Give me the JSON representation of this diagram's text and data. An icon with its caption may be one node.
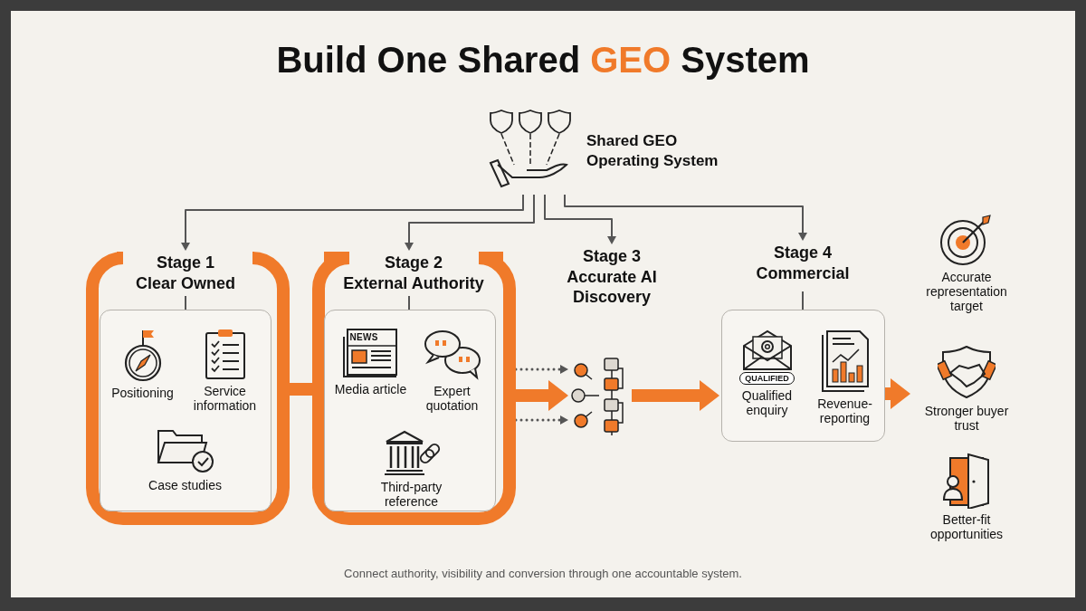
{
  "diagram": {
    "title": "Build One Shared **GEO** System",
    "caption": "Connect authority, visibility and conversion through one accountable system.",
    "nodes": [
      {
        "text": [
          "Shared GEO Operating System"
        ]
      },
      {
        "text": [],
        "shape": "box"
      },
      {
        "text": [
          "Stage 1",
          "Clear Owned"
        ],
        "in": 1
      },
      {
        "text": [],
        "shape": "box",
        "in": 1
      },
      {
        "text": [
          "Positioning"
        ],
        "in": 3
      },
      {
        "text": [
          "Service information"
        ],
        "in": 3
      },
      {
        "text": [
          "Case studies"
        ],
        "in": 3
      },
      {
        "text": [],
        "shape": "box"
      },
      {
        "text": [
          "Stage 2",
          "External Authority"
        ],
        "in": 7
      },
      {
        "text": [],
        "shape": "box",
        "in": 7
      },
      {
        "text": [
          "NEWS",
          "Media article"
        ],
        "in": 9
      },
      {
        "text": [
          "Expert quotation"
        ],
        "in": 9
      },
      {
        "text": [
          "Third-party reference"
        ],
        "in": 9
      },
      {
        "text": [
          "Stage 3",
          "Accurate AI Discovery"
        ]
      },
      {
        "text": [],
        "shape": "picture"
      },
      {
        "text": [
          "Stage 4",
          "Commercial"
        ]
      },
      {
        "text": [],
        "shape": "box"
      },
      {
        "text": [
          "QUALIFIED",
          "Qualified enquiry"
        ],
        "in": 16
      },
      {
        "text": [
          "Revenue-reporting"
        ],
        "in": 16
      },
      {
        "text": [
          "Accurate representation target"
        ]
      },
      {
        "text": [
          "Stronger buyer trust"
        ]
      },
      {
        "text": [
          "Better-fit opportunities"
        ]
      }
    ],
    "edges": [
      {
        "from": 0,
        "to": 2,
        "arrow": "to"
      },
      {
        "from": 0,
        "to": 8,
        "arrow": "to"
      },
      {
        "from": 0,
        "to": 13,
        "arrow": "to"
      },
      {
        "from": 0,
        "to": 15,
        "arrow": "to"
      },
      {
        "from": 2,
        "to": 3,
        "arrow": "none"
      },
      {
        "from": 8,
        "to": 9,
        "arrow": "none"
      },
      {
        "from": 15,
        "to": 16,
        "arrow": "none"
      },
      {
        "from": 1,
        "to": 7,
        "arrow": "none",
        "style": "thick",
        "color": "#f07a2a"
      },
      {
        "from": 7,
        "to": 14,
        "arrow": "to",
        "style": "thick",
        "color": "#f07a2a"
      },
      {
        "from": 7,
        "to": 14,
        "arrow": "to",
        "style": "dashed"
      },
      {
        "from": 7,
        "to": 14,
        "arrow": "to",
        "style": "dashed"
      },
      {
        "from": 14,
        "to": 16,
        "arrow": "to",
        "style": "thick",
        "color": "#f07a2a"
      },
      {
        "from": 16,
        "to": 20,
        "arrow": "to",
        "style": "thick",
        "color": "#f07a2a"
      }
    ]
  }
}
